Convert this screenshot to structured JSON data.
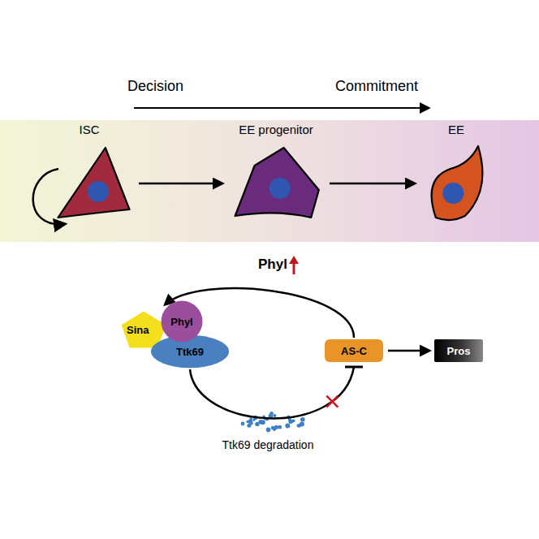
{
  "diagram": {
    "nodes": [
      {
        "text": [
          "ISC"
        ]
      },
      {
        "text": [
          "EE progenitor"
        ]
      },
      {
        "text": [
          "EE"
        ]
      },
      {
        "text": [
          "Sina"
        ]
      },
      {
        "text": [
          "Phyl"
        ]
      },
      {
        "text": [
          "Ttk69"
        ]
      },
      {
        "text": [
          "AS-C"
        ]
      },
      {
        "text": [
          "Pros"
        ]
      }
    ],
    "edges": [
      {
        "from": 0,
        "to": 1,
        "arrow": "to"
      },
      {
        "from": 1,
        "to": 2,
        "arrow": "to"
      },
      {
        "from": 6,
        "to": 4,
        "arrow": "to"
      },
      {
        "from": 5,
        "to": 6,
        "arrow": "to"
      },
      {
        "from": 6,
        "to": 7,
        "arrow": "to"
      }
    ],
    "labels": [
      "Decision",
      "Commitment",
      "Phyl",
      "Ttk69 degradation"
    ]
  }
}
